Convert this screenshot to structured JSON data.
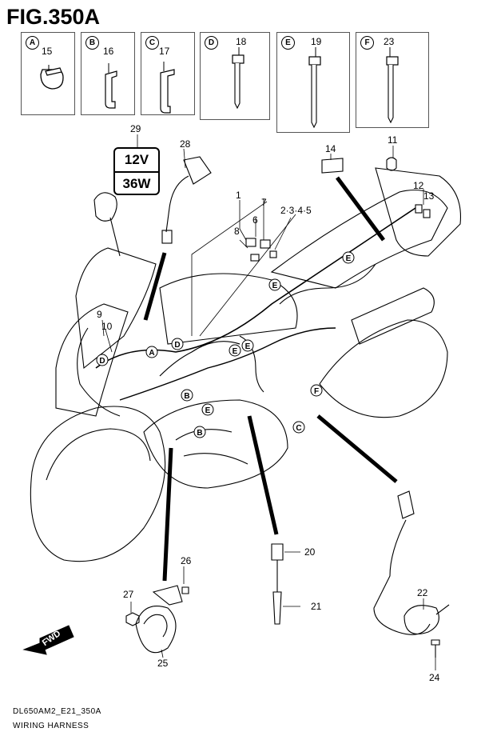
{
  "figure": {
    "title": "FIG.350A",
    "code": "DL650AM2_E21_350A",
    "caption": "WIRING HARNESS"
  },
  "insets": [
    {
      "letter": "A",
      "part": "15"
    },
    {
      "letter": "B",
      "part": "16"
    },
    {
      "letter": "C",
      "part": "17"
    },
    {
      "letter": "D",
      "part": "18"
    },
    {
      "letter": "E",
      "part": "19"
    },
    {
      "letter": "F",
      "part": "23"
    }
  ],
  "badge": {
    "line1": "12V",
    "line2": "36W"
  },
  "callouts": {
    "c29": "29",
    "c28": "28",
    "c14": "14",
    "c11": "11",
    "c12": "12",
    "c13": "13",
    "c1": "1",
    "c7": "7",
    "c6": "6",
    "c8": "8",
    "c2345": "2·3·4·5",
    "c9": "9",
    "c10": "10",
    "c20": "20",
    "c21": "21",
    "c22": "22",
    "c24": "24",
    "c25": "25",
    "c26": "26",
    "c27": "27"
  },
  "markers": [
    "A",
    "D",
    "E",
    "B",
    "E",
    "B",
    "E",
    "E",
    "F",
    "C",
    "D",
    "E"
  ],
  "fwd": "FWD"
}
